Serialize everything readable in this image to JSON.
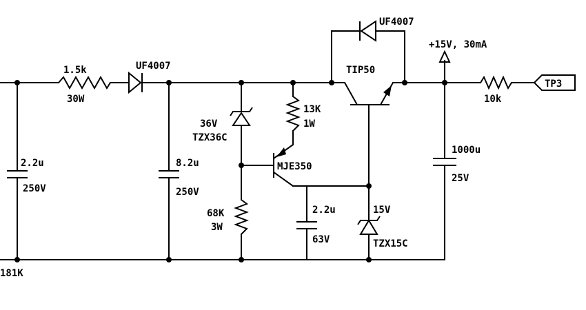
{
  "labels": {
    "r1_value": "1.5k",
    "r1_power": "30W",
    "d1_part": "UF4007",
    "d2_part": "UF4007",
    "c1_value": "2.2u",
    "c1_voltage": "250V",
    "c2_value": "8.2u",
    "c2_voltage": "250V",
    "z1_voltage": "36V",
    "z1_part": "TZX36C",
    "r2_value": "13K",
    "r2_power": "1W",
    "q1_part": "MJE350",
    "r3_value": "68K",
    "r3_power": "3W",
    "c3_value": "2.2u",
    "c3_voltage": "63V",
    "z2_voltage": "15V",
    "z2_part": "TZX15C",
    "q2_part": "TIP50",
    "rail_label": "+15V, 30mA",
    "c4_value": "1000u",
    "c4_voltage": "25V",
    "r4_value": "10k",
    "tp_label": "TP3",
    "ground_ref": "181K"
  }
}
